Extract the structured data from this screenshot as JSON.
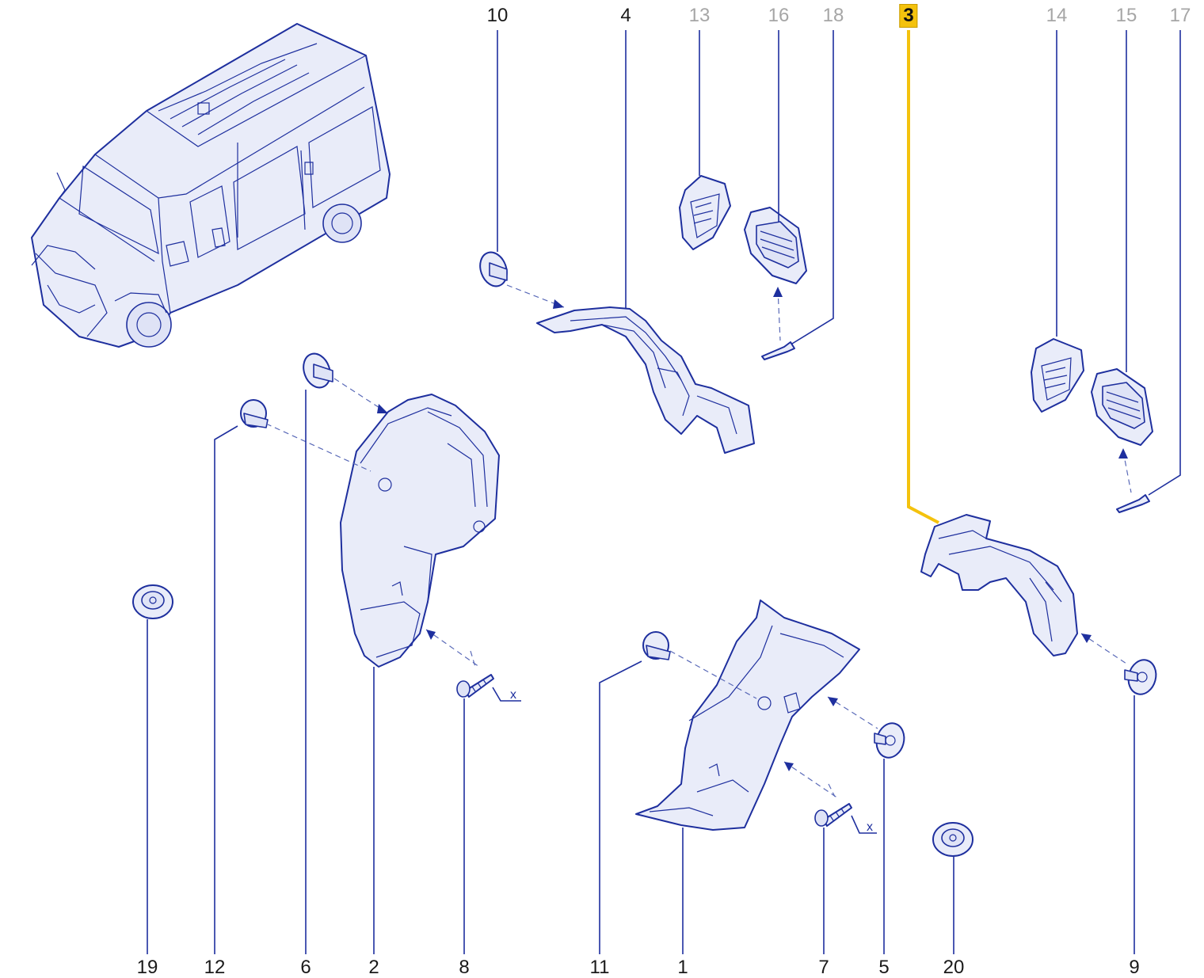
{
  "diagram": {
    "highlighted_ref": "3",
    "highlight_color": "#f4c20d",
    "line_color": "#1e2f9e",
    "callouts": [
      {
        "id": "10",
        "label": "10",
        "state": "normal"
      },
      {
        "id": "4",
        "label": "4",
        "state": "normal"
      },
      {
        "id": "13",
        "label": "13",
        "state": "dimmed"
      },
      {
        "id": "16",
        "label": "16",
        "state": "dimmed"
      },
      {
        "id": "18",
        "label": "18",
        "state": "dimmed"
      },
      {
        "id": "3",
        "label": "3",
        "state": "highlighted"
      },
      {
        "id": "14",
        "label": "14",
        "state": "dimmed"
      },
      {
        "id": "15",
        "label": "15",
        "state": "dimmed"
      },
      {
        "id": "17",
        "label": "17",
        "state": "dimmed"
      },
      {
        "id": "19",
        "label": "19",
        "state": "normal"
      },
      {
        "id": "12",
        "label": "12",
        "state": "normal"
      },
      {
        "id": "6",
        "label": "6",
        "state": "normal"
      },
      {
        "id": "2",
        "label": "2",
        "state": "normal"
      },
      {
        "id": "8",
        "label": "8",
        "state": "normal"
      },
      {
        "id": "11",
        "label": "11",
        "state": "normal"
      },
      {
        "id": "1",
        "label": "1",
        "state": "normal"
      },
      {
        "id": "7",
        "label": "7",
        "state": "normal"
      },
      {
        "id": "5",
        "label": "5",
        "state": "normal"
      },
      {
        "id": "20",
        "label": "20",
        "state": "normal"
      },
      {
        "id": "9",
        "label": "9",
        "state": "normal"
      }
    ],
    "marks": {
      "x_left": "x",
      "x_right": "x"
    }
  }
}
